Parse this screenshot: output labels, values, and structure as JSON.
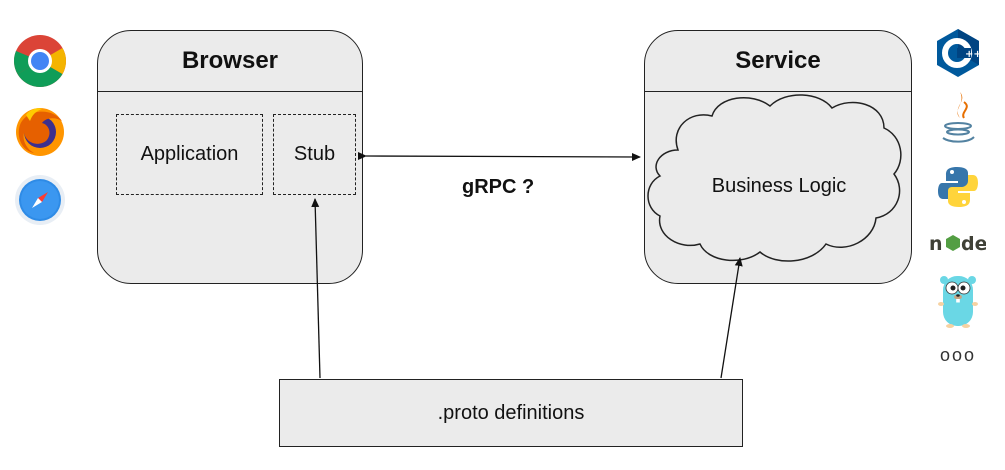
{
  "browser": {
    "title": "Browser",
    "application_label": "Application",
    "stub_label": "Stub"
  },
  "service": {
    "title": "Service",
    "business_logic_label": "Business Logic"
  },
  "connection": {
    "label": "gRPC ?"
  },
  "proto": {
    "label": ".proto definitions"
  },
  "browser_icons": [
    "chrome-icon",
    "firefox-icon",
    "safari-icon"
  ],
  "language_icons": [
    "cpp-icon",
    "java-icon",
    "python-icon",
    "node-icon",
    "go-gopher-icon"
  ],
  "more_indicator": "ooo"
}
